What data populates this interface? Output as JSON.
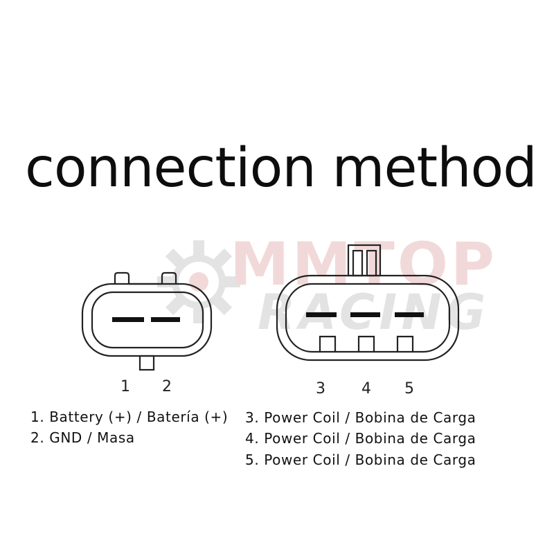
{
  "title": "connection method",
  "watermark": {
    "line1": "MMTOP",
    "line2": "RACING",
    "colors": {
      "primary": "#b01818",
      "secondary": "#555555"
    },
    "icon": "gear-icon"
  },
  "connectors": {
    "left": {
      "pins": [
        "1",
        "2"
      ]
    },
    "right": {
      "pins": [
        "3",
        "4",
        "5"
      ]
    }
  },
  "legend": [
    "1. Battery (+) / Batería (+)",
    "2. GND / Masa",
    "3. Power Coil / Bobina de Carga",
    "4. Power Coil / Bobina de Carga",
    "5. Power Coil / Bobina de Carga"
  ]
}
